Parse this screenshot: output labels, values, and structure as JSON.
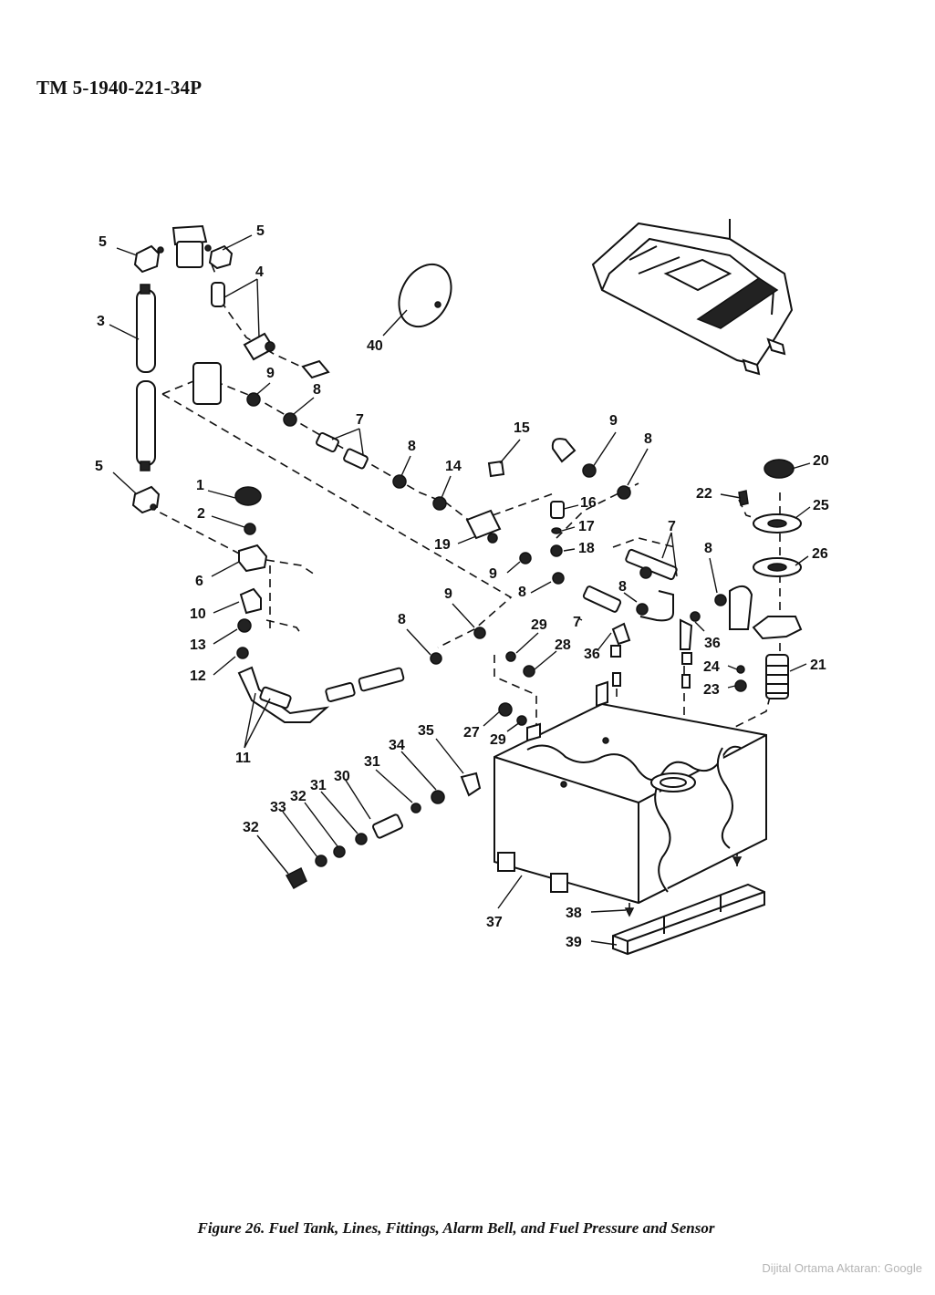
{
  "header": {
    "doc_number": "TM 5-1940-221-34P"
  },
  "caption": {
    "text": "Figure 26.  Fuel Tank, Lines, Fittings, Alarm Bell, and Fuel Pressure and Sensor"
  },
  "watermark": {
    "text": "Dijital Ortama Aktaran: Google"
  },
  "callouts": [
    {
      "text": "5"
    },
    {
      "text": "5"
    },
    {
      "text": "4"
    },
    {
      "text": "3"
    },
    {
      "text": "40"
    },
    {
      "text": "9"
    },
    {
      "text": "8"
    },
    {
      "text": "7"
    },
    {
      "text": "5"
    },
    {
      "text": "1"
    },
    {
      "text": "2"
    },
    {
      "text": "8"
    },
    {
      "text": "14"
    },
    {
      "text": "15"
    },
    {
      "text": "9"
    },
    {
      "text": "8"
    },
    {
      "text": "20"
    },
    {
      "text": "22"
    },
    {
      "text": "25"
    },
    {
      "text": "16"
    },
    {
      "text": "17"
    },
    {
      "text": "18"
    },
    {
      "text": "19"
    },
    {
      "text": "6"
    },
    {
      "text": "9"
    },
    {
      "text": "8"
    },
    {
      "text": "7"
    },
    {
      "text": "8"
    },
    {
      "text": "26"
    },
    {
      "text": "10"
    },
    {
      "text": "8"
    },
    {
      "text": "7"
    },
    {
      "text": "36"
    },
    {
      "text": "36"
    },
    {
      "text": "9"
    },
    {
      "text": "29"
    },
    {
      "text": "8"
    },
    {
      "text": "13"
    },
    {
      "text": "28"
    },
    {
      "text": "24"
    },
    {
      "text": "21"
    },
    {
      "text": "12"
    },
    {
      "text": "23"
    },
    {
      "text": "27"
    },
    {
      "text": "29"
    },
    {
      "text": "11"
    },
    {
      "text": "35"
    },
    {
      "text": "34"
    },
    {
      "text": "31"
    },
    {
      "text": "30"
    },
    {
      "text": "31"
    },
    {
      "text": "32"
    },
    {
      "text": "33"
    },
    {
      "text": "32"
    },
    {
      "text": "37"
    },
    {
      "text": "38"
    },
    {
      "text": "39"
    }
  ]
}
